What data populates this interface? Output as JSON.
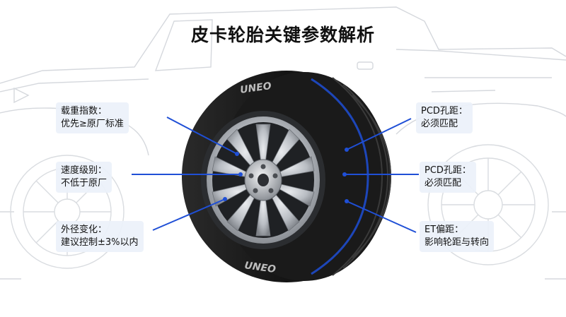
{
  "title": "皮卡轮胎关键参数解析",
  "tire_sidewall_text": "UNEO",
  "callouts": {
    "load_index": {
      "line1": "载重指数：",
      "line2": "优先≥原厂标准"
    },
    "speed_rating": {
      "line1": "速度级别：",
      "line2": "不低于原厂"
    },
    "outer_diameter": {
      "line1": "外径变化：",
      "line2": "建议控制±3%以内"
    },
    "pcd_top": {
      "line1": "PCD孔距：",
      "line2": "必须匹配"
    },
    "pcd_mid": {
      "line1": "PCD孔距：",
      "line2": "必须匹配"
    },
    "et_offset": {
      "line1": "ET偏距：",
      "line2": "影响轮距与转向"
    }
  },
  "colors": {
    "leader_line": "#1f4fd6",
    "tire_rubber": "#1b1b1b",
    "rim_metal": "#c4c7cc",
    "truck_outline": "#d5d8dd",
    "callout_bg": "#ecf1fa"
  }
}
